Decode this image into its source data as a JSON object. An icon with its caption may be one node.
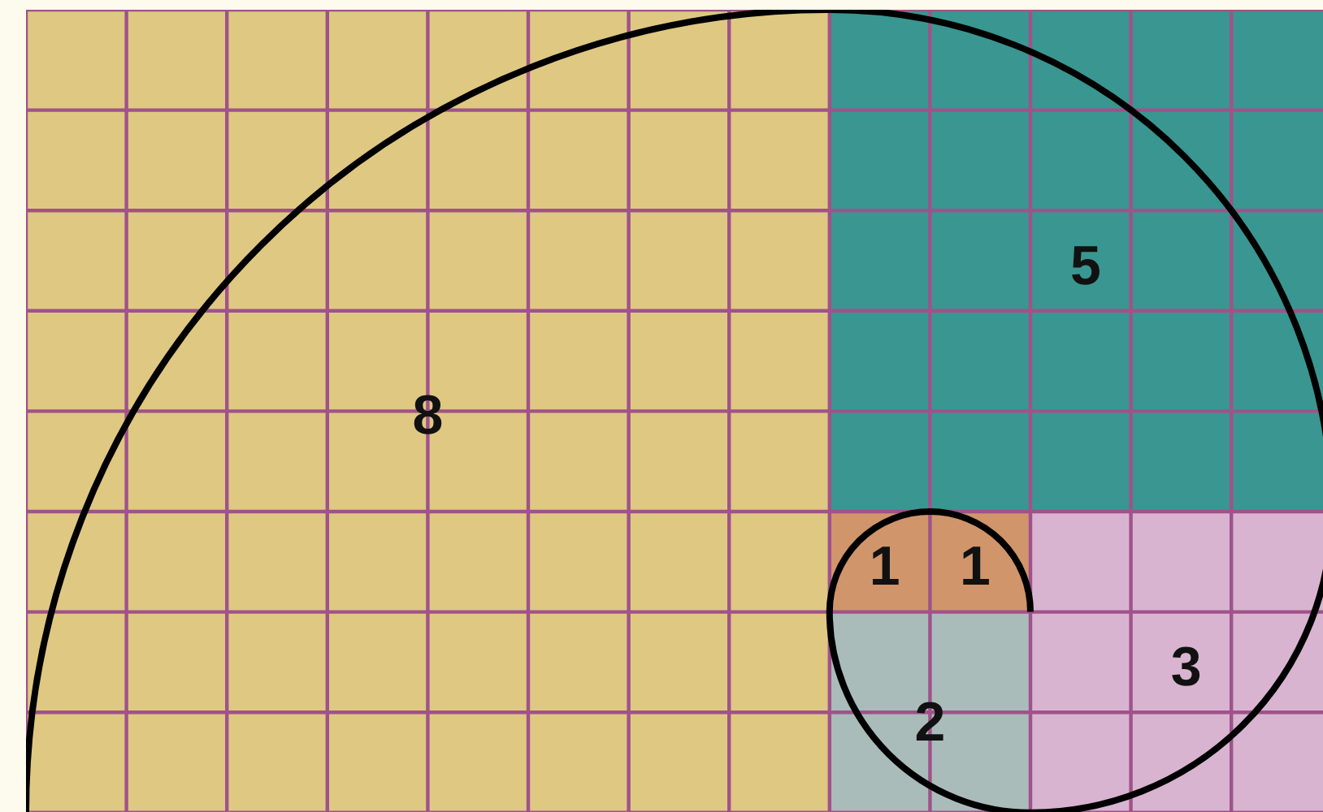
{
  "diagram": {
    "nodes": [
      {
        "text": [
          "8"
        ]
      },
      {
        "text": [
          "5"
        ]
      },
      {
        "text": [
          "1"
        ]
      },
      {
        "text": [
          "1"
        ]
      },
      {
        "text": [
          "2"
        ]
      },
      {
        "text": [
          "3"
        ]
      }
    ]
  }
}
